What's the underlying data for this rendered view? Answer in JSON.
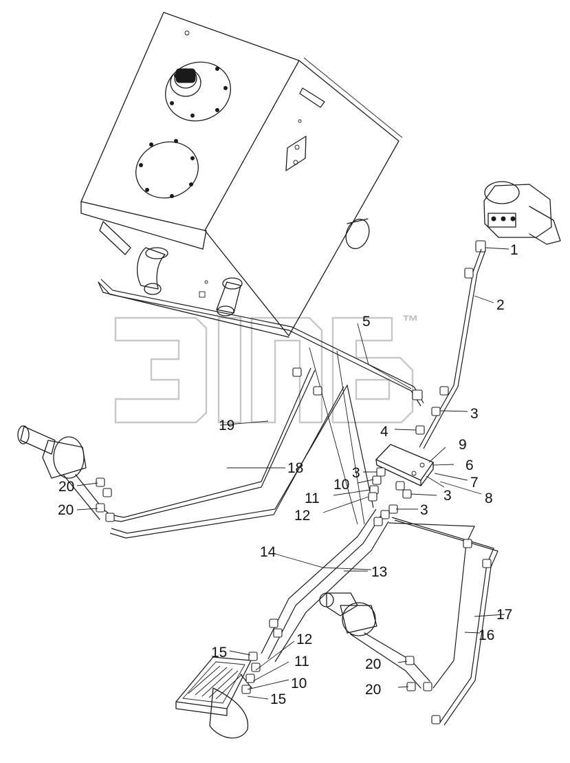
{
  "watermark": {
    "trademark": "™"
  },
  "callouts": [
    "1",
    "2",
    "3",
    "4",
    "5",
    "6",
    "7",
    "8",
    "9",
    "10",
    "11",
    "12",
    "13",
    "14",
    "15",
    "16",
    "17",
    "18",
    "19",
    "20",
    "3",
    "3",
    "3",
    "3",
    "10",
    "11",
    "12",
    "15",
    "20",
    "20"
  ]
}
